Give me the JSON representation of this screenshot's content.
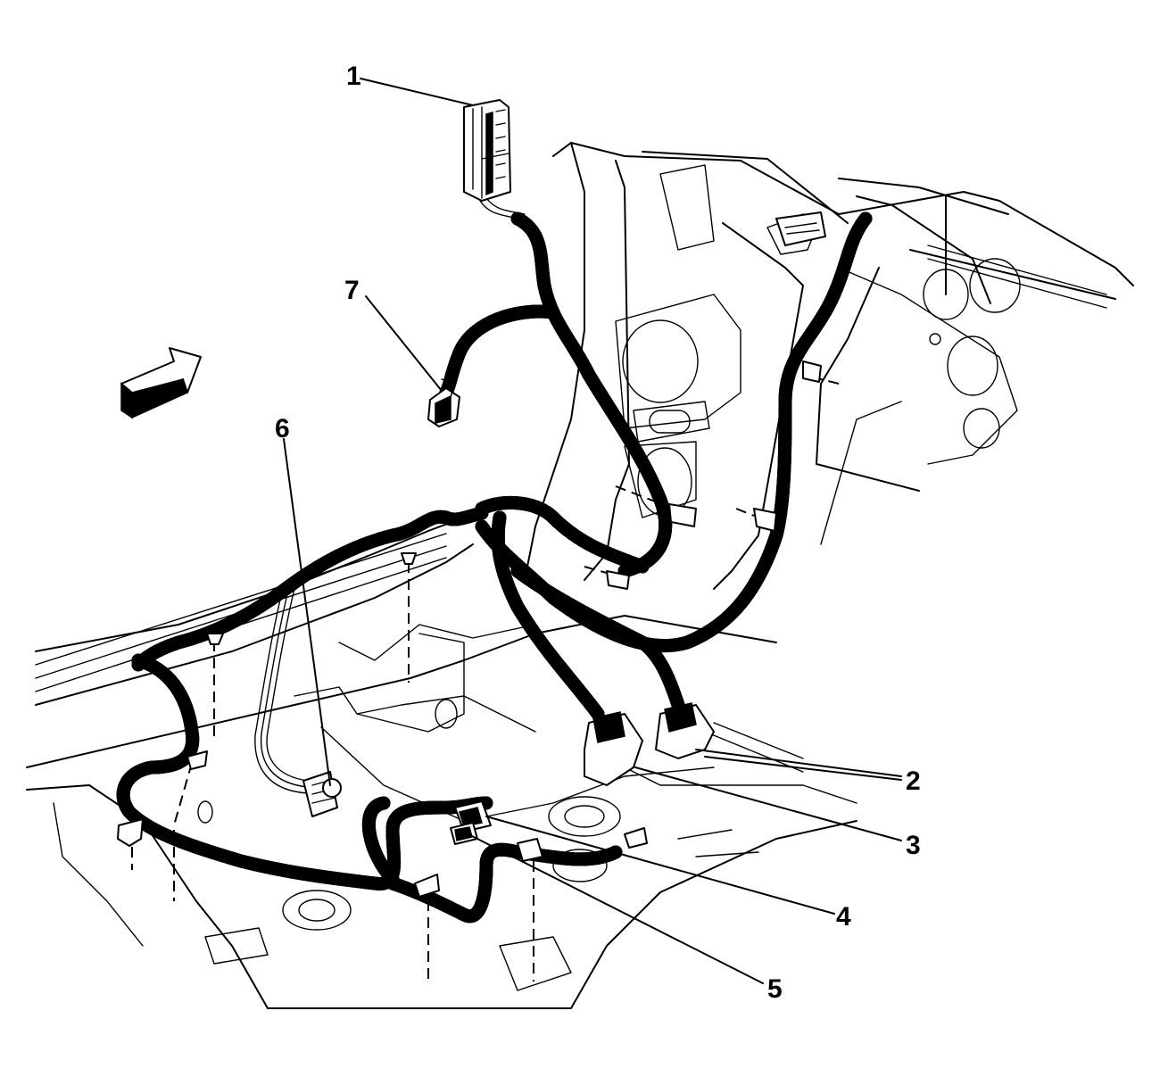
{
  "diagram": {
    "callouts": [
      {
        "id": "1",
        "text": "1"
      },
      {
        "id": "2",
        "text": "2"
      },
      {
        "id": "3",
        "text": "3"
      },
      {
        "id": "4",
        "text": "4"
      },
      {
        "id": "5",
        "text": "5"
      },
      {
        "id": "6",
        "text": "6"
      },
      {
        "id": "7",
        "text": "7"
      }
    ],
    "icons": {
      "direction_arrow": "forward-arrow-icon"
    },
    "colors": {
      "line": "#000000",
      "background": "#ffffff"
    }
  }
}
